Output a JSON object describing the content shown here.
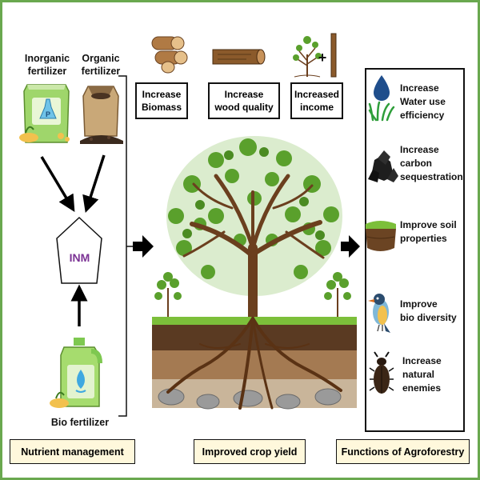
{
  "nutrient": {
    "inorganic_label": "Inorganic\nfertilizer",
    "organic_label": "Organic\nfertilizer",
    "inm_label": "INM",
    "bio_label": "Bio fertilizer"
  },
  "top_boxes": {
    "biomass": "Increase\nBiomass",
    "wood": "Increase\nwood quality",
    "income": "Increased\nincome"
  },
  "functions": {
    "water": "Increase\nWater use\nefficiency",
    "carbon": "Increase\ncarbon\nsequestration",
    "soil": "Improve soil\nproperties",
    "bio": "Improve\nbio diversity",
    "enemies": "Increase\nnatural\nenemies"
  },
  "plus_sign": "+",
  "bottom": {
    "nutrient_management": "Nutrient management",
    "improved_crop_yield": "Improved crop yield",
    "functions_agroforestry": "Functions of Agroforestry"
  },
  "colors": {
    "frame": "#6aa84f",
    "bottom_box_fill": "#fff8dc",
    "inm_text": "#7b3294",
    "leaf": "#5aa02c",
    "trunk": "#6b3f1e"
  },
  "icons": {
    "inorganic": "fertilizer-bag-icon",
    "organic": "compost-sack-icon",
    "bio": "bio-fertilizer-jug-icon",
    "biomass": "wood-logs-icon",
    "wood": "timber-log-icon",
    "income": "sapling-plus-log-icon",
    "water": "water-drop-grass-icon",
    "carbon": "charcoal-icon",
    "soil": "soil-block-icon",
    "bio_diversity": "bird-icon",
    "enemies": "beetle-icon"
  }
}
